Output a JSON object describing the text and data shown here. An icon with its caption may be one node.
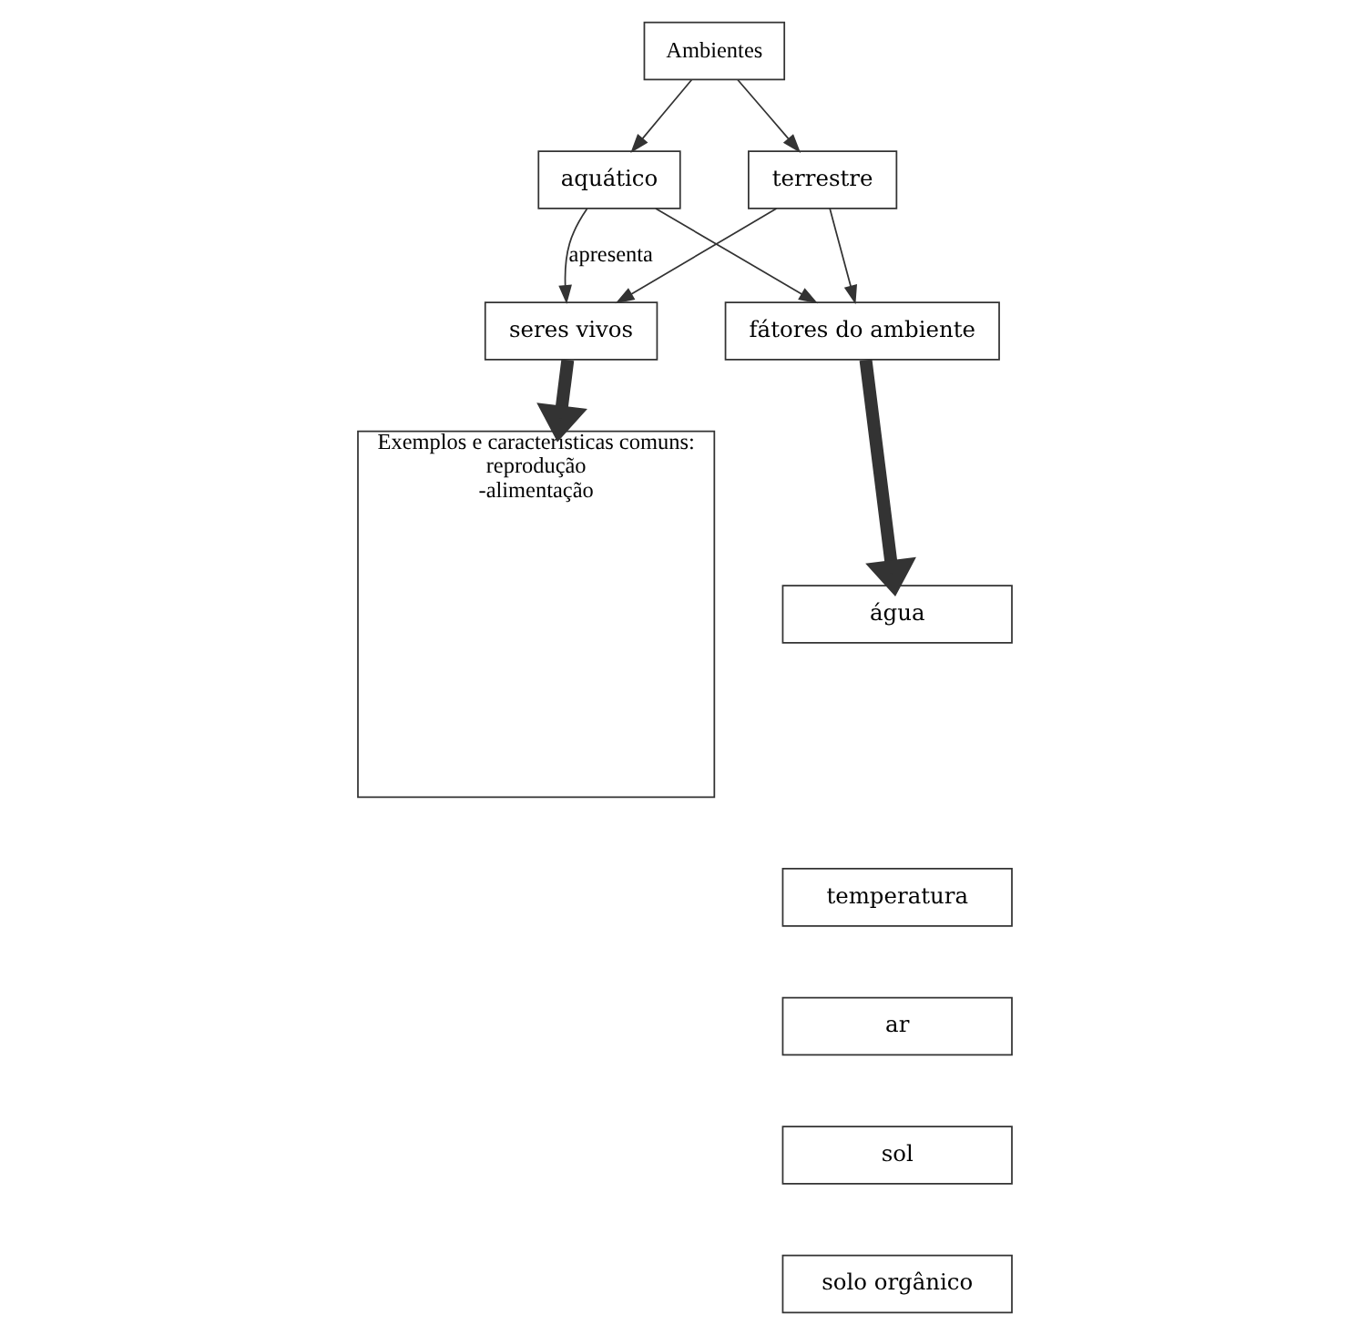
{
  "diagram": {
    "nodes": [
      {
        "text": [
          "Ambientes"
        ]
      },
      {
        "text": [
          "aquático"
        ]
      },
      {
        "text": [
          "terrestre"
        ]
      },
      {
        "text": [
          "seres vivos"
        ]
      },
      {
        "text": [
          "fátores do ambiente"
        ]
      },
      {
        "text": [
          "Exemplos e características comuns:",
          "reprodução",
          "-alimentação"
        ]
      },
      {
        "text": [
          "água"
        ]
      },
      {
        "text": [
          "temperatura"
        ]
      },
      {
        "text": [
          "ar"
        ]
      },
      {
        "text": [
          "sol"
        ]
      },
      {
        "text": [
          "solo orgânico"
        ]
      }
    ],
    "edges": [
      {
        "from": 0,
        "to": 1,
        "arrow": "to"
      },
      {
        "from": 0,
        "to": 2,
        "arrow": "to"
      },
      {
        "from": 1,
        "to": 3,
        "arrow": "to",
        "label": "apresenta"
      },
      {
        "from": 1,
        "to": 4,
        "arrow": "to"
      },
      {
        "from": 2,
        "to": 3,
        "arrow": "to"
      },
      {
        "from": 2,
        "to": 4,
        "arrow": "to"
      },
      {
        "from": 3,
        "to": 5,
        "arrow": "to",
        "style": "thick"
      },
      {
        "from": 4,
        "to": 6,
        "arrow": "to",
        "style": "thick"
      }
    ]
  }
}
